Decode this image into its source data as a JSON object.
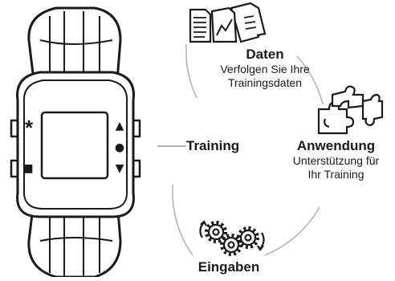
{
  "center": {
    "label": "Training"
  },
  "nodes": {
    "daten": {
      "title": "Daten",
      "desc_line1": "Verfolgen Sie Ihre",
      "desc_line2": "Trainingsdaten",
      "icon": "documents-icon"
    },
    "anwendung": {
      "title": "Anwendung",
      "desc_line1": "Unterstützung für",
      "desc_line2": "Ihr Training",
      "icon": "puzzle-icon"
    },
    "eingaben": {
      "title": "Eingaben",
      "icon": "gears-icon"
    }
  },
  "watch": {
    "buttons": {
      "left_top": "*",
      "left_bottom": "■",
      "right_up": "▲",
      "right_mid": "●",
      "right_down": "▼"
    }
  },
  "colors": {
    "line": "#b5b5b5",
    "ink": "#1a1a1a"
  }
}
